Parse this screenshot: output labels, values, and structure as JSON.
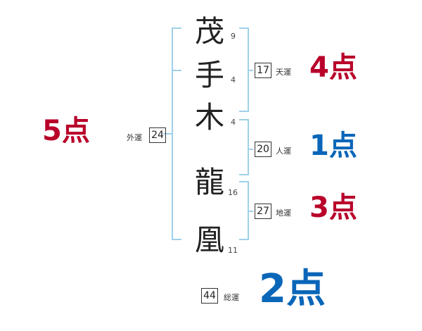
{
  "name_chars": [
    {
      "char": "茂",
      "strokes": "9"
    },
    {
      "char": "手",
      "strokes": "4"
    },
    {
      "char": "木",
      "strokes": "4"
    },
    {
      "char": "龍",
      "strokes": "16"
    },
    {
      "char": "凰",
      "strokes": "11"
    }
  ],
  "fortunes": {
    "gaiun": {
      "value": "24",
      "label": "外運",
      "score": "5点"
    },
    "tenun": {
      "value": "17",
      "label": "天運",
      "score": "4点"
    },
    "jinun": {
      "value": "20",
      "label": "人運",
      "score": "1点"
    },
    "chiun": {
      "value": "27",
      "label": "地運",
      "score": "3点"
    },
    "souun": {
      "value": "44",
      "label": "総運",
      "score": "2点"
    }
  },
  "colors": {
    "bracket": "#9fd0ea",
    "high_score": "#b8002a",
    "low_score": "#0a66b8"
  }
}
